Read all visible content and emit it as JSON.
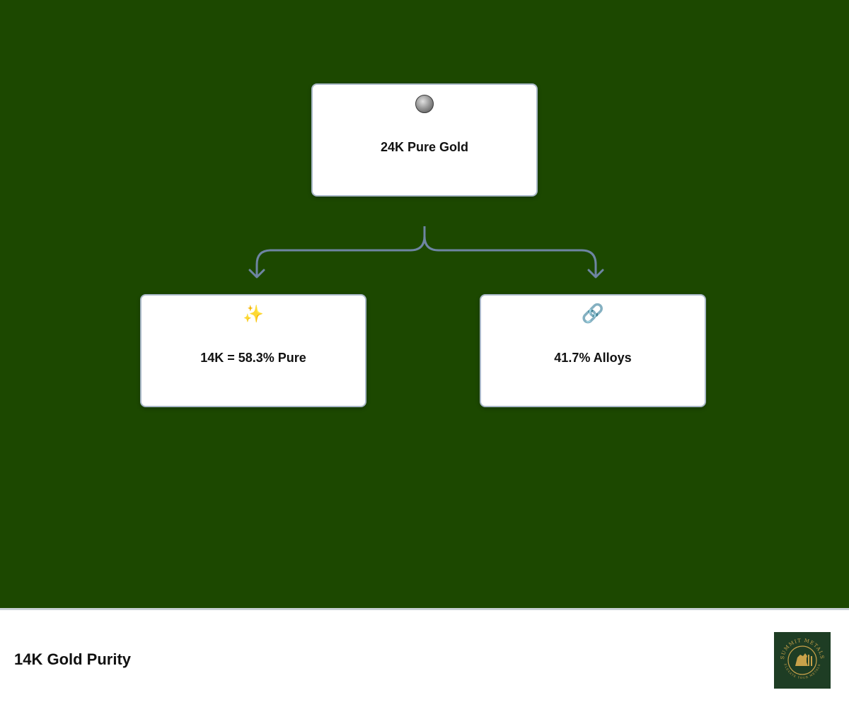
{
  "diagram": {
    "root": {
      "label": "24K Pure Gold",
      "icon": "coin-icon"
    },
    "children": [
      {
        "label": "14K = 58.3% Pure",
        "icon": "sparkles-icon"
      },
      {
        "label": "41.7% Alloys",
        "icon": "chain-link-icon"
      }
    ]
  },
  "footer": {
    "title": "14K Gold Purity",
    "logo": {
      "brand": "SUMMIT METALS",
      "tagline": "ELEVATE YOUR METALS"
    }
  },
  "colors": {
    "background": "#1c4800",
    "node_fill": "#ffffff",
    "node_border": "#a9b8c8",
    "connector": "#6e85a3",
    "logo_bg": "#1e3d24",
    "logo_gold": "#c9a24a"
  }
}
